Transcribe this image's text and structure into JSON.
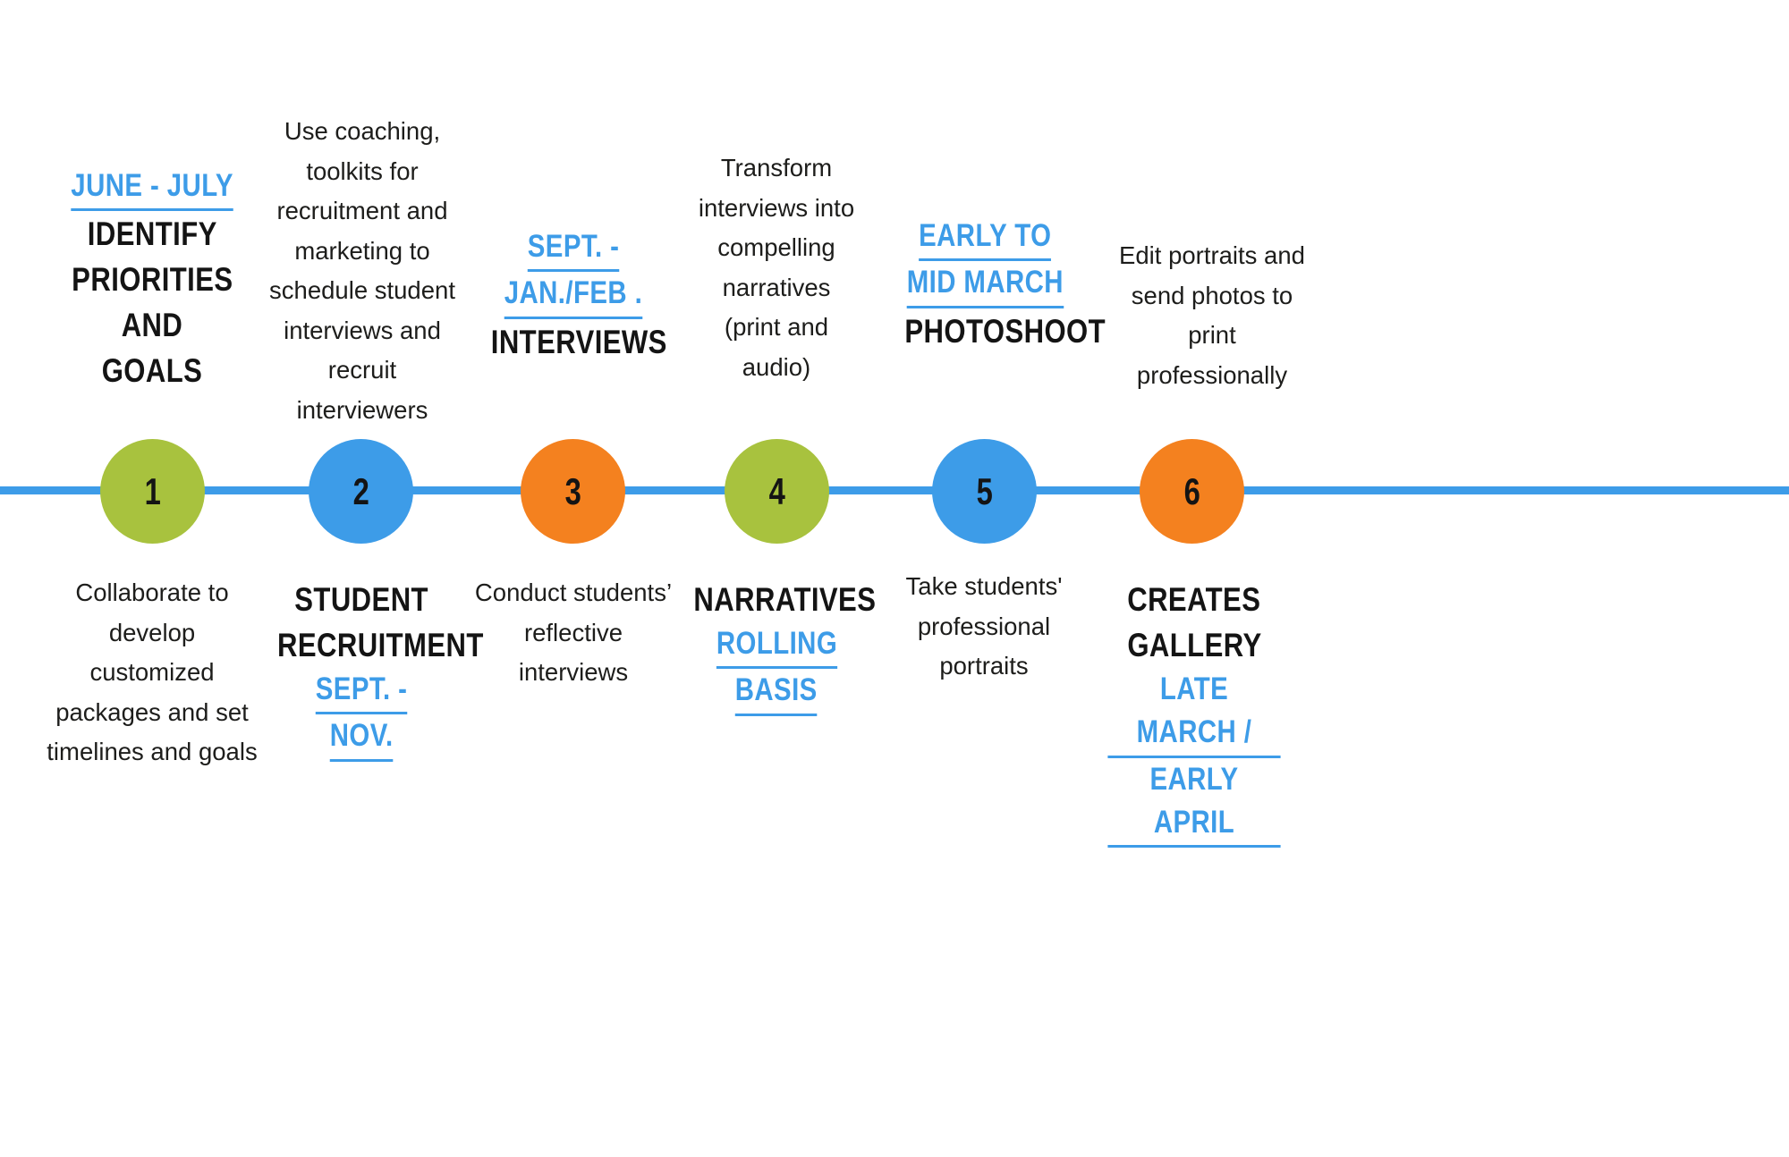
{
  "theme": {
    "background": "#ffffff",
    "line_color": "#3d9ce8",
    "date_color": "#3d9ce8",
    "title_color": "#141414",
    "body_color": "#1d1d1b",
    "node_green": "#a8c23e",
    "node_blue": "#3d9ce8",
    "node_orange": "#f4811f"
  },
  "timeline": {
    "type": "horizontal-process-timeline",
    "steps": [
      {
        "number": "1",
        "color": "#a8c23e",
        "color_name": "green",
        "date": "JUNE - JULY",
        "title_lines": [
          "IDENTIFY",
          "PRIORITIES",
          "AND GOALS"
        ],
        "description": "Collaborate to develop customized packages and set timelines and goals",
        "date_position": "above",
        "title_position": "above",
        "description_position": "below"
      },
      {
        "number": "2",
        "color": "#3d9ce8",
        "color_name": "blue",
        "date": "SEPT. -",
        "date_line2": "NOV.",
        "title_lines": [
          "STUDENT",
          "RECRUITMENT"
        ],
        "description": "Use coaching, toolkits for recruitment and marketing to schedule student interviews and recruit interviewers",
        "date_position": "below",
        "title_position": "below",
        "description_position": "above"
      },
      {
        "number": "3",
        "color": "#f4811f",
        "color_name": "orange",
        "date": "SEPT. -",
        "date_line2": "JAN./FEB .",
        "title_lines": [
          "INTERVIEWS"
        ],
        "description": "Conduct students’ reflective interviews",
        "date_position": "above",
        "title_position": "above",
        "description_position": "below"
      },
      {
        "number": "4",
        "color": "#a8c23e",
        "color_name": "green",
        "date": "ROLLING",
        "date_line2": "BASIS",
        "title_lines": [
          "NARRATIVES"
        ],
        "description": "Transform interviews into compelling narratives (print and audio)",
        "date_position": "below",
        "title_position": "below",
        "description_position": "above"
      },
      {
        "number": "5",
        "color": "#3d9ce8",
        "color_name": "blue",
        "date": "EARLY TO",
        "date_line2": "MID MARCH",
        "title_lines": [
          "PHOTOSHOOT"
        ],
        "description": "Take students' professional portraits",
        "date_position": "above",
        "title_position": "above",
        "description_position": "below"
      },
      {
        "number": "6",
        "color": "#f4811f",
        "color_name": "orange",
        "date": "LATE MARCH /",
        "date_line2": "EARLY APRIL",
        "title_lines": [
          "CREATES",
          "GALLERY"
        ],
        "description": "Edit portraits and send photos to print professionally",
        "date_position": "below",
        "title_position": "below",
        "description_position": "above"
      }
    ]
  }
}
